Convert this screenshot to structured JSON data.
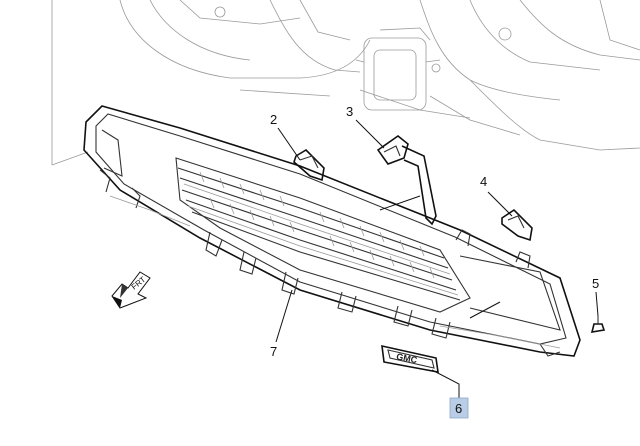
{
  "diagram": {
    "callouts": [
      {
        "id": "2",
        "label": "2"
      },
      {
        "id": "3",
        "label": "3"
      },
      {
        "id": "4",
        "label": "4"
      },
      {
        "id": "5",
        "label": "5"
      },
      {
        "id": "6",
        "label": "6"
      },
      {
        "id": "7",
        "label": "7"
      }
    ],
    "direction_label": "FRT",
    "emblem_text": "GMC",
    "highlighted_callout": "6",
    "colors": {
      "background": "#ffffff",
      "highlight": "#b9cde6",
      "line_dark": "#111111",
      "line_light": "#9a9a9a"
    }
  }
}
